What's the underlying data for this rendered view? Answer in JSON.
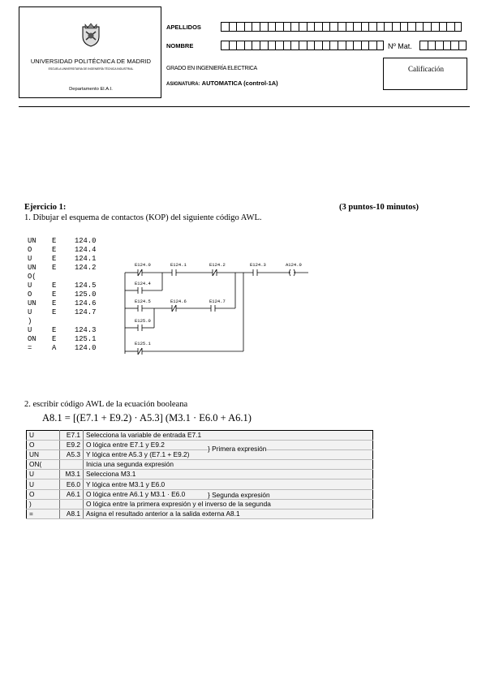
{
  "header": {
    "university": "UNIVERSIDAD POLITÉCNICA DE MADRID",
    "school": "ESCUELA UNIVERSITARIA DE INGENIERÍA TÉCNICA INDUSTRIAL",
    "department": "Departamento El.A.I.",
    "apellidos_label": "APELLIDOS",
    "nombre_label": "NOMBRE",
    "matricula_label": "Nº Mat.",
    "grado": "GRADO EN INGENIERÍA ELECTRICA",
    "asignatura_label": "ASIGNATURA:",
    "asignatura": "AUTOMATICA (control-1A)",
    "calificacion_label": "Calificación"
  },
  "exercise": {
    "title": "Ejercicio 1:",
    "points": "(3 puntos-10 minutos)",
    "question1": "1. Dibujar el esquema de contactos (KOP) del siguiente código AWL.",
    "question2": "2. escribir código AWL de la ecuación booleana",
    "equation": "A8.1 = [(E7.1 + E9.2) · A5.3]     (M3.1 · E6.0 + A6.1)"
  },
  "awl_code": [
    [
      "UN",
      "E",
      "124.0"
    ],
    [
      "O",
      "E",
      "124.4"
    ],
    [
      "U",
      "E",
      "124.1"
    ],
    [
      "UN",
      "E",
      "124.2"
    ],
    [
      "O(",
      "",
      ""
    ],
    [
      "U",
      "E",
      "124.5"
    ],
    [
      "O",
      "E",
      "125.0"
    ],
    [
      "UN",
      "E",
      "124.6"
    ],
    [
      "U",
      "E",
      "124.7"
    ],
    [
      ")",
      "",
      ""
    ],
    [
      "U",
      "E",
      "124.3"
    ],
    [
      "ON",
      "E",
      "125.1"
    ],
    [
      "=",
      "A",
      "124.0"
    ]
  ],
  "ladder_labels": {
    "c1240": "E124.0",
    "c1241": "E124.1",
    "c1242": "E124.2",
    "c1243": "E124.3",
    "coil": "A124.0",
    "c1244": "E124.4",
    "c1245": "E124.5",
    "c1246": "E124.6",
    "c1247": "E124.7",
    "c1250": "E125.0",
    "c1251": "E125.1"
  },
  "solution_table": [
    [
      "U",
      "E7.1",
      "Selecciona la variable de entrada E7.1"
    ],
    [
      "O",
      "E9.2",
      "O lógica entre E7.1 y E9.2"
    ],
    [
      "UN",
      "A5.3",
      "Y lógica entre A5.3 y (E7.1 + E9.2)"
    ],
    [
      "ON(",
      "",
      "Inicia una segunda expresión"
    ],
    [
      "U",
      "M3.1",
      "Selecciona M3.1"
    ],
    [
      "U",
      "E6.0",
      "Y lógica entre M3.1 y E6.0"
    ],
    [
      "O",
      "A6.1",
      "O lógica entre A6.1 y M3.1 · E6.0"
    ],
    [
      ")",
      "",
      "O lógica entre la primera expresión y el inverso de la segunda"
    ],
    [
      "=",
      "A8.1",
      "Asigna el resultado anterior a la salida externa A8.1"
    ]
  ],
  "braces": {
    "first": "Primera expresión",
    "second": "Segunda expresión"
  }
}
